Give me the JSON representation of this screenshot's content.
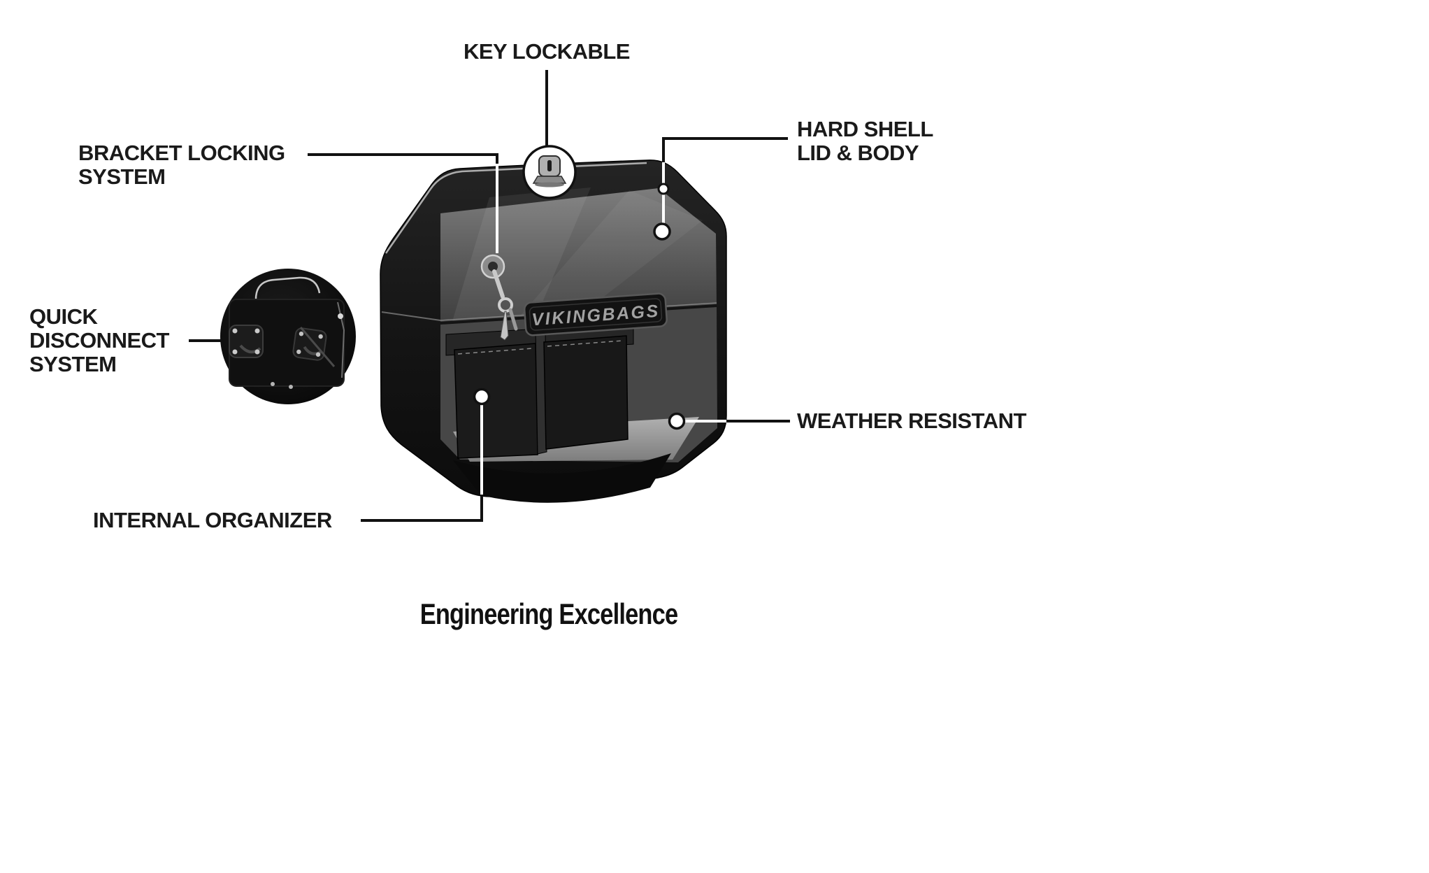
{
  "title": "Engineering Excellence",
  "brand_badge": "VIKINGBAGS",
  "callouts": {
    "key_lockable": {
      "line1": "KEY LOCKABLE"
    },
    "bracket_locking": {
      "line1": "BRACKET LOCKING",
      "line2": "SYSTEM"
    },
    "hard_shell": {
      "line1": "HARD SHELL",
      "line2": "LID & BODY"
    },
    "quick_disconnect": {
      "line1": "QUICK",
      "line2": "DISCONNECT",
      "line3": "SYSTEM"
    },
    "weather_resistant": {
      "line1": "WEATHER RESISTANT"
    },
    "internal_organizer": {
      "line1": "INTERNAL ORGANIZER"
    }
  },
  "icons": {
    "lock_icon": "key-lock cylinder in circle",
    "key_icon": "inserted key with keyring",
    "quick_disconnect_inset": "round photo inset of mounting bracket plate"
  },
  "colors": {
    "background": "#ffffff",
    "label_text": "#1a1a1a",
    "callout_line_dark": "#111111",
    "callout_line_light": "#ffffff",
    "bag_body": "#151515",
    "lid_panel_top": "#787878",
    "lid_panel_bottom": "#3f3f3f",
    "interior": "#474747",
    "interior_floor": "#a3a3a3",
    "organizer_pocket": "#1b1b1b",
    "badge_fill": "#121212",
    "badge_border": "#595959",
    "badge_text": "#a2a2a2"
  }
}
